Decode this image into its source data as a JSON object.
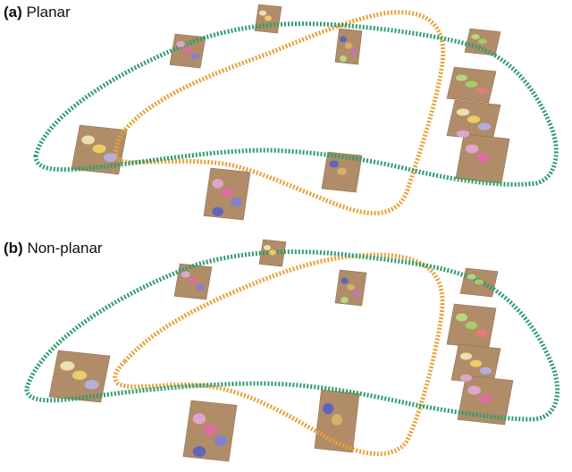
{
  "panels": [
    {
      "id": "a",
      "tag": "(a)",
      "title": "Planar"
    },
    {
      "id": "b",
      "tag": "(b)",
      "title": "Non-planar"
    }
  ],
  "colors": {
    "outer_trajectory": "#2e9d6f",
    "inner_trajectory": "#e8a13a",
    "table": "#b08d68",
    "table_edge": "#8f6f4f",
    "object_palette": [
      "#f3e9b5",
      "#f2d36a",
      "#b7b0e8",
      "#e7a6d6",
      "#e36aa8",
      "#7f7fd6",
      "#5560c8",
      "#d9b56a",
      "#c970c5",
      "#b9dd86",
      "#a6d36b",
      "#e97a7a"
    ]
  }
}
